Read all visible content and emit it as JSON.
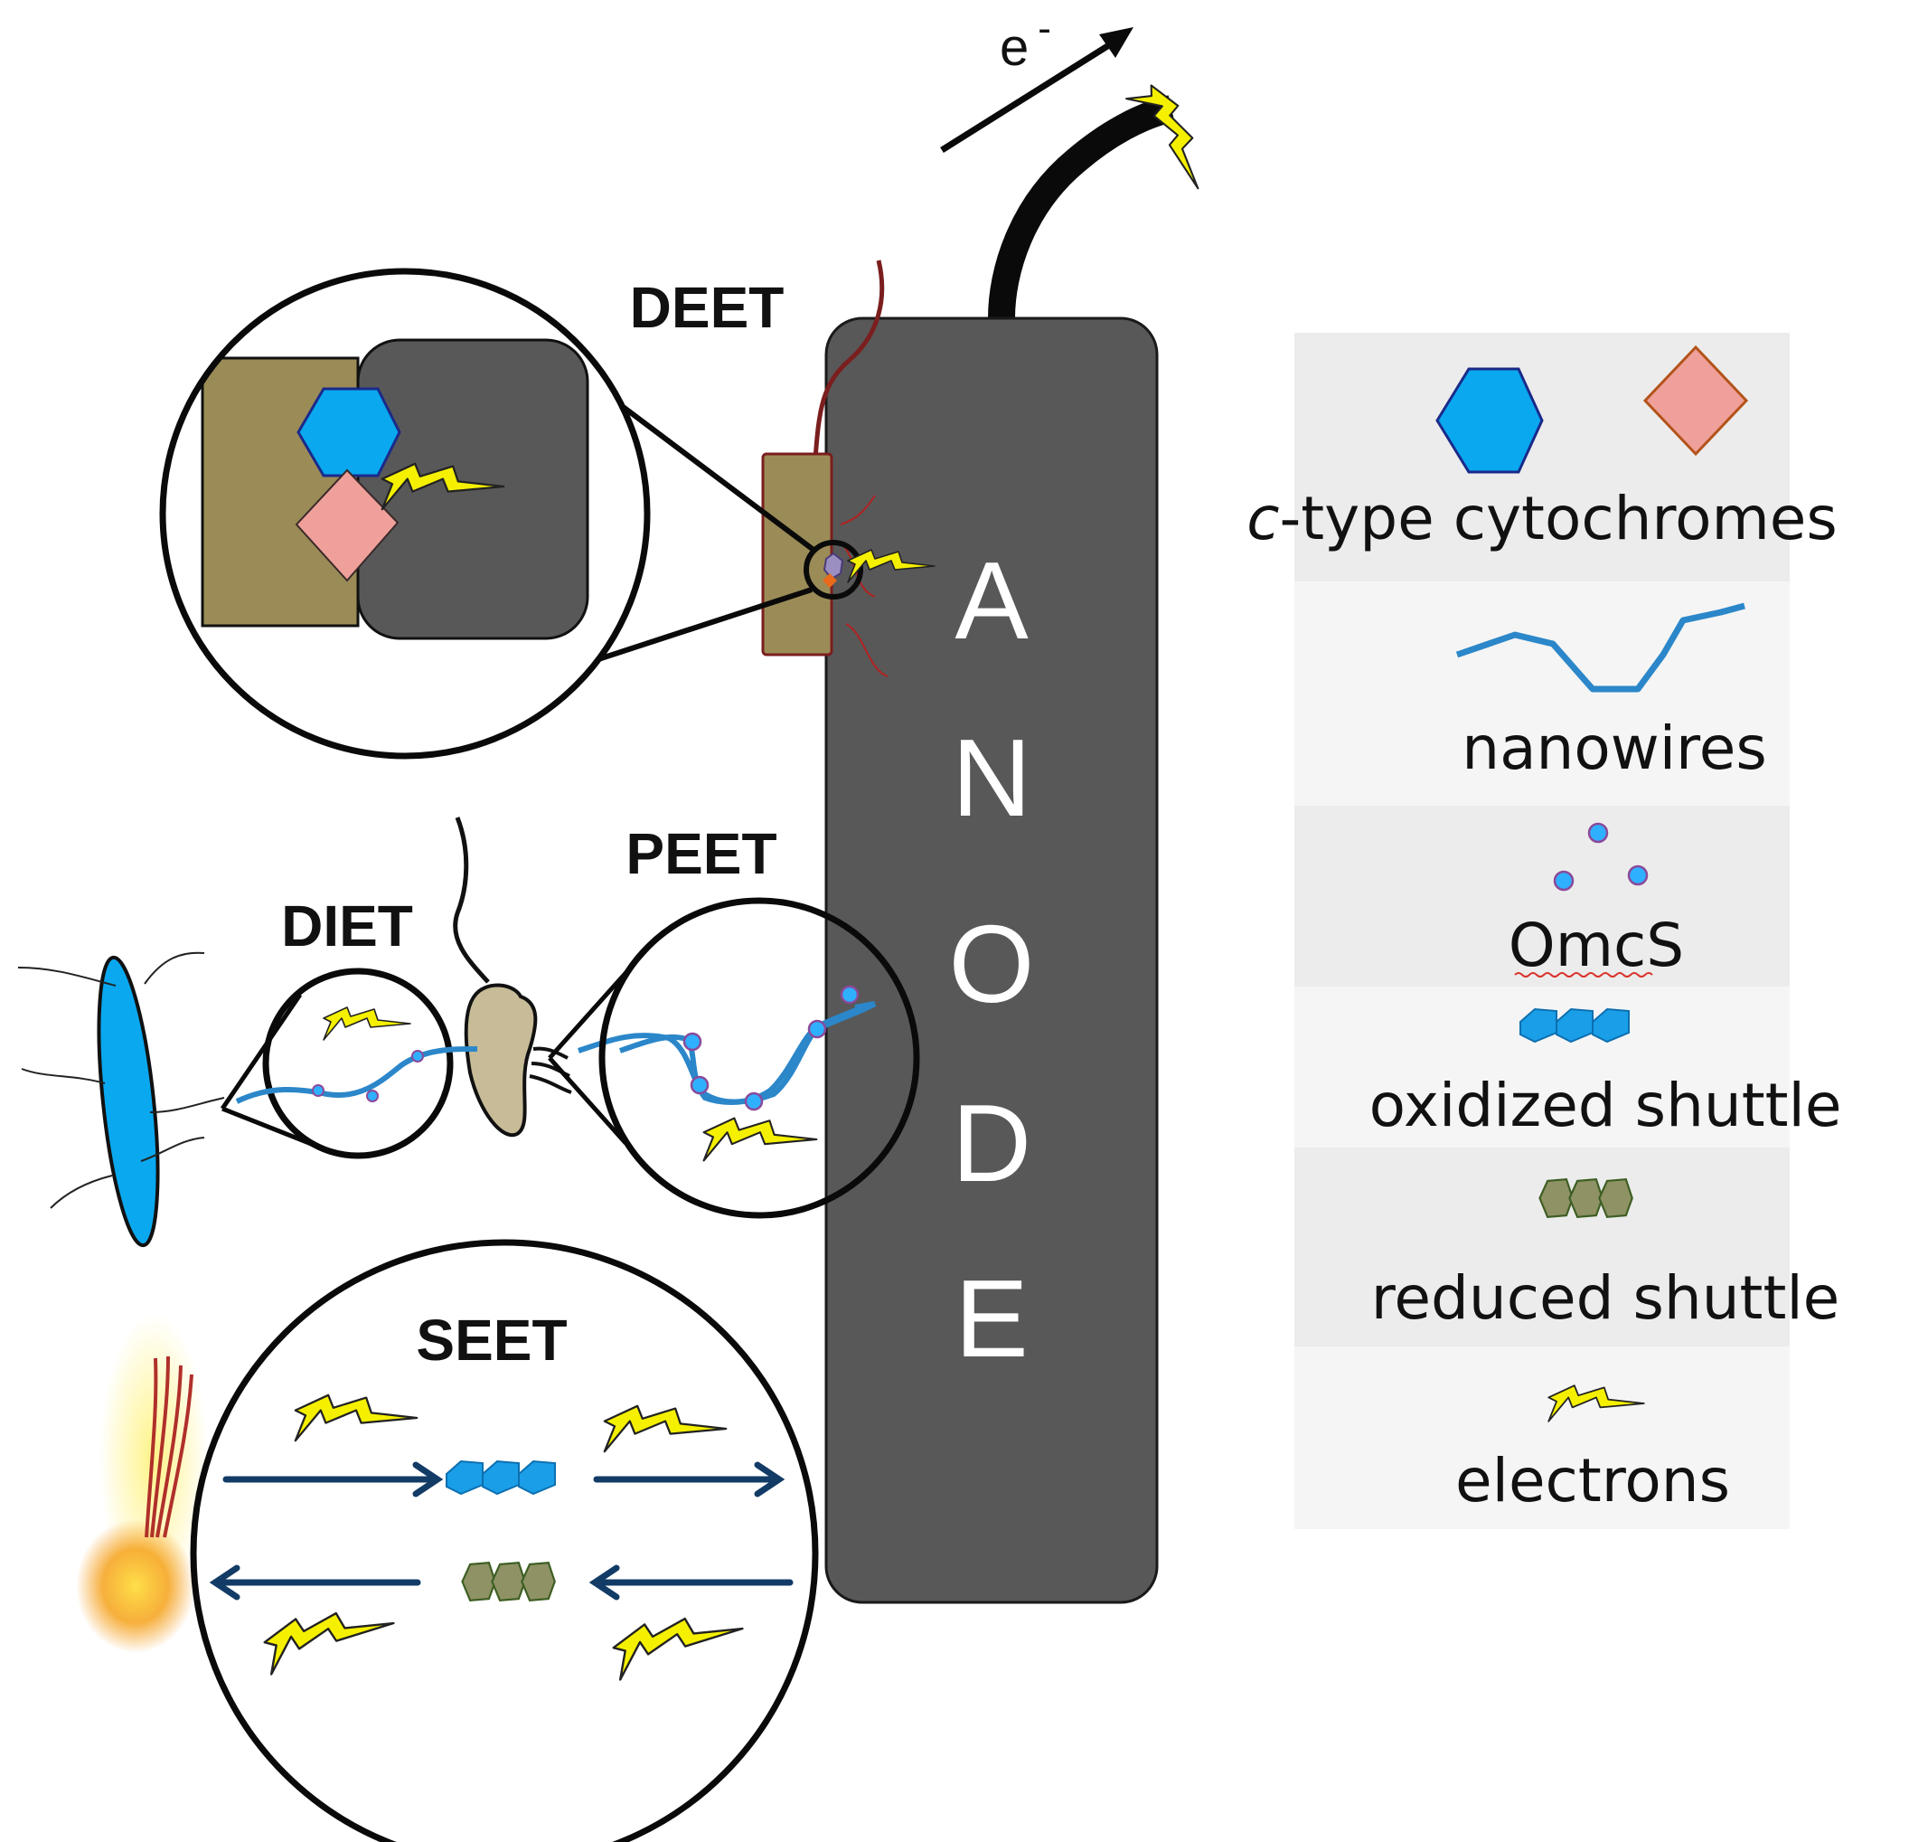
{
  "mechanisms": {
    "deet": "DEET",
    "peet": "PEET",
    "diet": "DIET",
    "seet": "SEET"
  },
  "anode": {
    "letters": [
      "A",
      "N",
      "O",
      "D",
      "E"
    ],
    "fill_color": "#585858"
  },
  "electron_arrow": {
    "label_base": "e",
    "label_sup": "-"
  },
  "legend": {
    "items": [
      {
        "icon": "cytochrome-hexagon-and-diamond-icon",
        "label_italic": "c",
        "label": "-type cytochromes"
      },
      {
        "icon": "nanowire-icon",
        "label": "nanowires"
      },
      {
        "icon": "omcs-dots-icon",
        "label": "OmcS"
      },
      {
        "icon": "oxidized-shuttle-icon",
        "label": "oxidized shuttle"
      },
      {
        "icon": "reduced-shuttle-icon",
        "label": "reduced shuttle"
      },
      {
        "icon": "electron-bolt-icon",
        "label": "electrons"
      }
    ]
  },
  "colors": {
    "cytochrome_hexagon": "#0aa8ef",
    "cytochrome_diamond": "#f0a09a",
    "nanowire": "#2b87c9",
    "bolt": "#f5f000",
    "oxidized_shuttle": "#1a9ee8",
    "reduced_shuttle": "#8f9265",
    "arrow_navy": "#123b66",
    "bacterium_brown": "#9b8c57",
    "legend_band_dark": "#ececec",
    "legend_band_light": "#f5f5f5"
  }
}
